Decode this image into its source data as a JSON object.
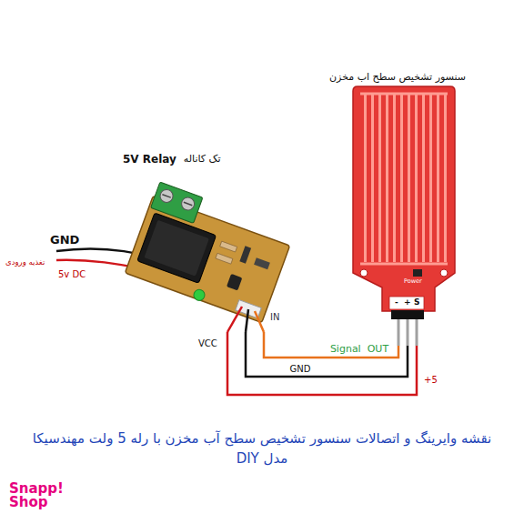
{
  "diagram": {
    "caption": "نقشه وایرینگ و اتصالات سنسور تشخیص سطح آب مخزن با رله 5 ولت مهندسیکا مدل DIY",
    "nodes": [
      {
        "text": [
          "5V Relay",
          "تک کاناله"
        ]
      },
      {
        "text": [
          "سنسور تشخیص سطح اب مخزن"
        ]
      }
    ],
    "edges": [
      {
        "from": 0,
        "to": 1,
        "label": "Signal  OUT",
        "arrow": "none"
      },
      {
        "from": 0,
        "to": 1,
        "label": "GND",
        "arrow": "none"
      },
      {
        "from": 0,
        "to": 1,
        "label": "+5",
        "arrow": "none"
      }
    ],
    "labels": [
      "GND",
      "تغذیه ورودی",
      "5v DC",
      "IN",
      "VCC",
      "Power",
      "-",
      "+",
      "S",
      "Snapp! Shop"
    ]
  }
}
